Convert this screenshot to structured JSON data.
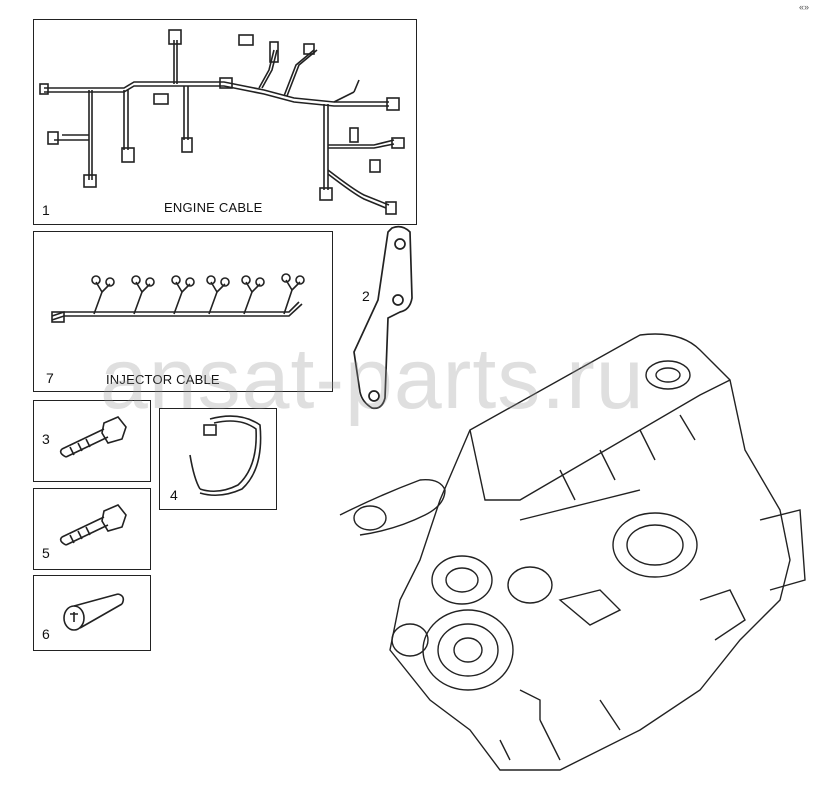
{
  "watermark": "ansat-parts.ru",
  "corner_mark": "«»",
  "parts": [
    {
      "number": "1",
      "caption": "ENGINE CABLE"
    },
    {
      "number": "2"
    },
    {
      "number": "3"
    },
    {
      "number": "4"
    },
    {
      "number": "5"
    },
    {
      "number": "6"
    },
    {
      "number": "7",
      "caption": "INJECTOR CABLE"
    }
  ]
}
